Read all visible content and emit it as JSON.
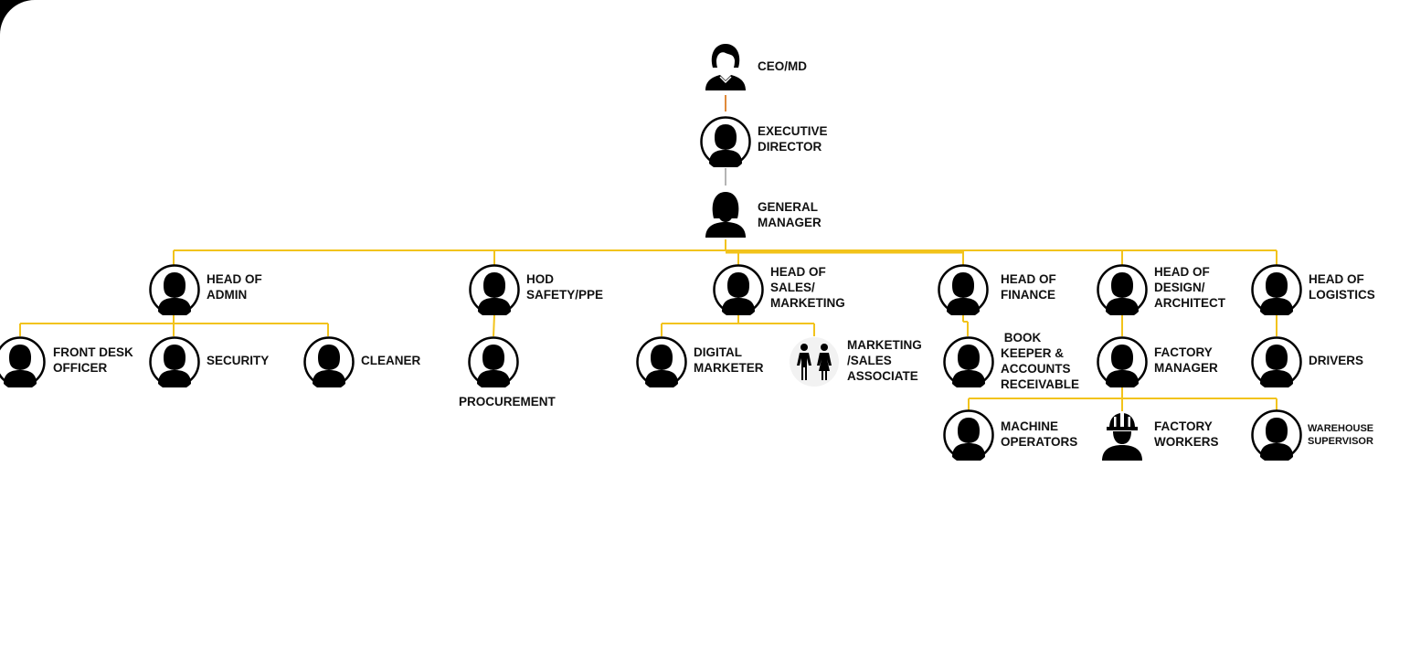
{
  "colors": {
    "line": "#f2c31b",
    "line_orange": "#e08a3a",
    "line_gray": "#b5b5b5",
    "icon": "#000000"
  },
  "nodes": {
    "ceo": {
      "label": "CEO/MD",
      "icon": "person-female-outline-icon"
    },
    "executive_director": {
      "label": "EXECUTIVE\nDIRECTOR",
      "icon": "person-circle-icon"
    },
    "general_manager": {
      "label": "GENERAL\nMANAGER",
      "icon": "person-female-icon"
    },
    "head_admin": {
      "label": "HEAD OF\nADMIN",
      "icon": "person-circle-icon"
    },
    "hod_safety": {
      "label": "HOD\nSAFETY/PPE",
      "icon": "person-circle-icon"
    },
    "head_sales": {
      "label": "HEAD OF\nSALES/\nMARKETING",
      "icon": "person-circle-icon"
    },
    "head_finance": {
      "label": "HEAD OF\nFINANCE",
      "icon": "person-circle-icon"
    },
    "head_design": {
      "label": "HEAD OF\nDESIGN/\nARCHITECT",
      "icon": "person-circle-icon"
    },
    "head_logistics": {
      "label": "HEAD OF\nLOGISTICS",
      "icon": "person-circle-icon"
    },
    "front_desk": {
      "label": "FRONT DESK\nOFFICER",
      "icon": "person-circle-icon"
    },
    "security": {
      "label": "SECURITY",
      "icon": "person-circle-icon"
    },
    "cleaner": {
      "label": "CLEANER",
      "icon": "person-circle-icon"
    },
    "procurement": {
      "label": "PROCUREMENT",
      "icon": "person-circle-icon"
    },
    "digital_marketer": {
      "label": "DIGITAL\nMARKETER",
      "icon": "person-circle-icon"
    },
    "sales_associate": {
      "label": "MARKETING\n/SALES\nASSOCIATE",
      "icon": "people-pair-icon"
    },
    "book_keeper": {
      "label": " BOOK\nKEEPER &\nACCOUNTS\nRECEIVABLE",
      "icon": "person-circle-icon"
    },
    "factory_manager": {
      "label": "FACTORY\nMANAGER",
      "icon": "person-circle-icon"
    },
    "drivers": {
      "label": "DRIVERS",
      "icon": "person-circle-icon"
    },
    "machine_operators": {
      "label": "MACHINE\nOPERATORS",
      "icon": "person-circle-icon"
    },
    "factory_workers": {
      "label": "FACTORY\nWORKERS",
      "icon": "hardhat-worker-icon"
    },
    "warehouse_supervisor": {
      "label": "WAREHOUSE\nSUPERVISOR",
      "icon": "person-circle-icon"
    }
  }
}
